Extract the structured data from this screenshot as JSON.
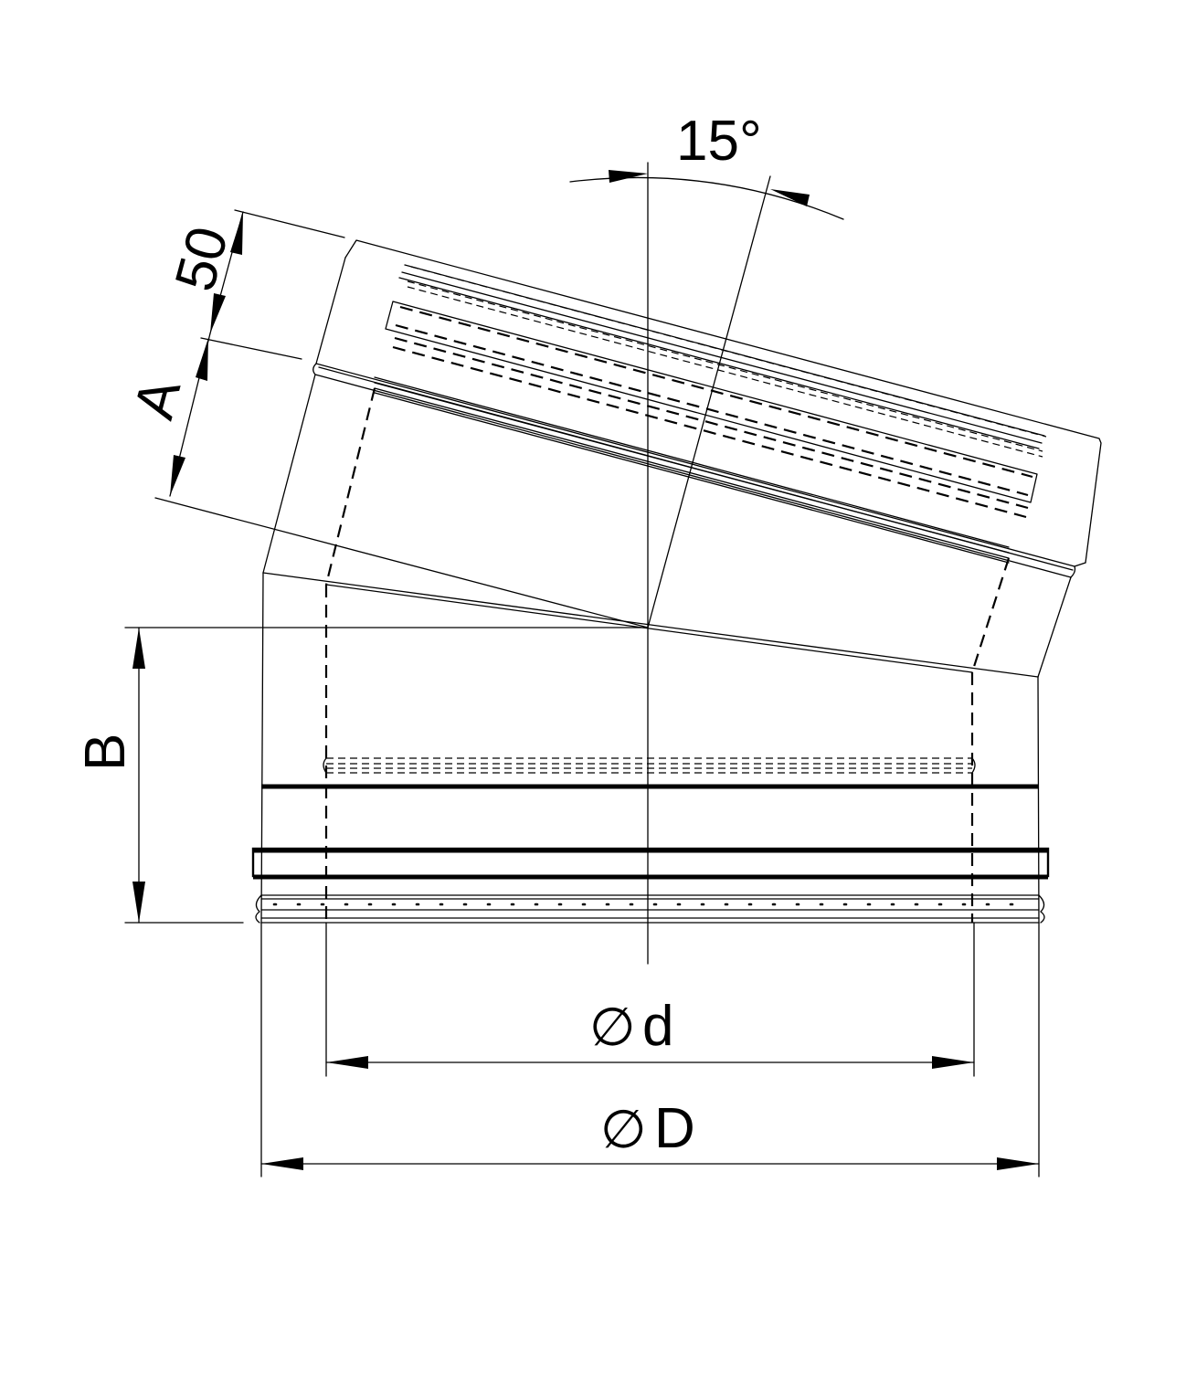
{
  "labels": {
    "angle": "15°",
    "dim_top": "50",
    "dim_a": "A",
    "dim_b": "B",
    "dim_d_symbol": "∅",
    "dim_d": "d",
    "dim_D_symbol": "∅",
    "dim_D": "D"
  }
}
